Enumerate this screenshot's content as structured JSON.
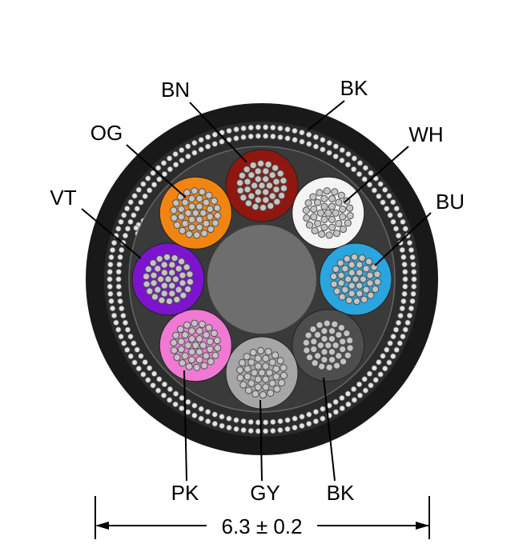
{
  "diagram": {
    "type": "cable-cross-section",
    "dimension": {
      "label": "6.3 ± 0.2"
    },
    "colors": {
      "jacket": "#191919",
      "shield_zone": "#2b2b2b",
      "inner_sheath": "#3a3a3a",
      "sheath_outline": "#8f8f8f",
      "filler": "#6e6e6e",
      "shield_dot_fill": "#e4e4e4",
      "shield_dot_stroke": "#666666",
      "strand_fill": "#c4c4c4",
      "strand_stroke": "#4f4f4f",
      "leader_line": "#000000",
      "label_color": "#000000"
    },
    "conductors": [
      {
        "code": "BN",
        "name": "brown",
        "color": "#8f1710"
      },
      {
        "code": "WH",
        "name": "white",
        "color": "#f4f4f4"
      },
      {
        "code": "BU",
        "name": "blue",
        "color": "#2aa5de"
      },
      {
        "code": "BK",
        "name": "black",
        "color": "#4d4d4d"
      },
      {
        "code": "GY",
        "name": "grey",
        "color": "#a6a6a6"
      },
      {
        "code": "PK",
        "name": "pink",
        "color": "#f179d4"
      },
      {
        "code": "VT",
        "name": "violet",
        "color": "#7c14cd"
      },
      {
        "code": "OG",
        "name": "orange",
        "color": "#f28511"
      }
    ],
    "labels": {
      "bn": "BN",
      "bk_top": "BK",
      "og": "OG",
      "wh": "WH",
      "vt": "VT",
      "bu": "BU",
      "pk": "PK",
      "gy": "GY",
      "bk_bottom": "BK"
    }
  }
}
